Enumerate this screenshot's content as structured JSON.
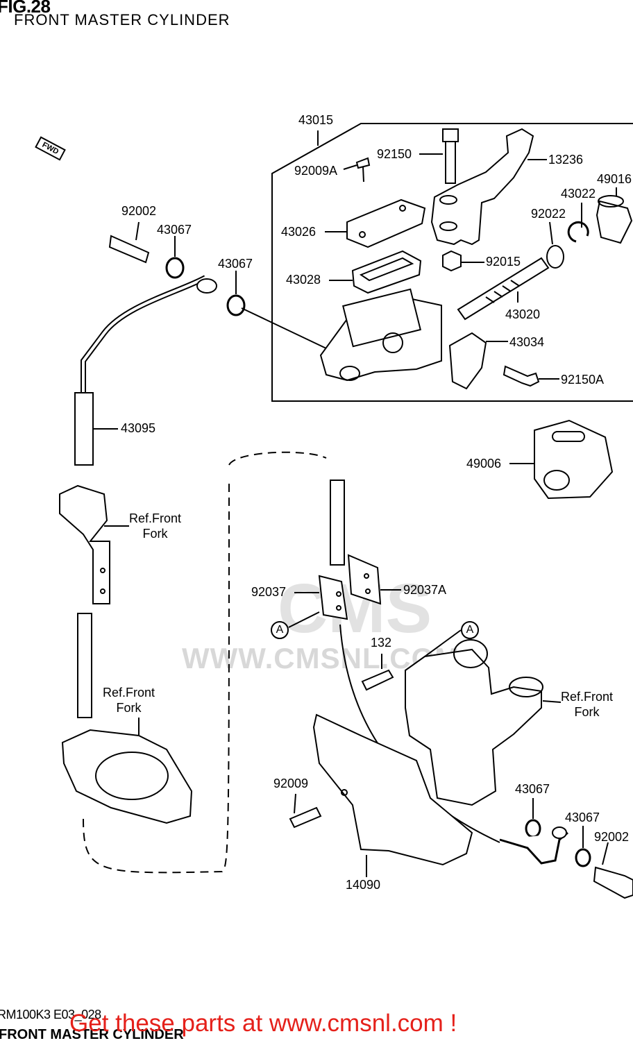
{
  "header": {
    "fig": "FIG.28",
    "subtitle": "FRONT MASTER CYLINDER"
  },
  "direction": {
    "fwd": "FWD"
  },
  "parts": {
    "p43015": "43015",
    "p92150": "92150",
    "p92009A": "92009A",
    "p13236": "13236",
    "p49016": "49016",
    "p43022": "43022",
    "p92022": "92022",
    "p92002_top": "92002",
    "p43067_a": "43067",
    "p43067_b": "43067",
    "p43026": "43026",
    "p43028": "43028",
    "p92015": "92015",
    "p43020": "43020",
    "p43034": "43034",
    "p92150A": "92150A",
    "p43095": "43095",
    "p49006": "49006",
    "p92037": "92037",
    "p92037A": "92037A",
    "p132": "132",
    "p92009": "92009",
    "p43067_c": "43067",
    "p43067_d": "43067",
    "p92002_bot": "92002",
    "p14090": "14090"
  },
  "refs": {
    "ref_front_fork_1": "Ref.Front\nFork",
    "ref_front_fork_2": "Ref.Front\nFork",
    "ref_front_fork_3": "Ref.Front\nFork"
  },
  "callouts": {
    "a1": "A",
    "a2": "A"
  },
  "watermark": {
    "site": "WWW.CMSNL.COM",
    "logo": "CMS"
  },
  "footer": {
    "code": "RM100K3 E03_028",
    "name": "FRONT MASTER CYLINDER",
    "promo": "Get these parts at www.cmsnl.com !"
  }
}
